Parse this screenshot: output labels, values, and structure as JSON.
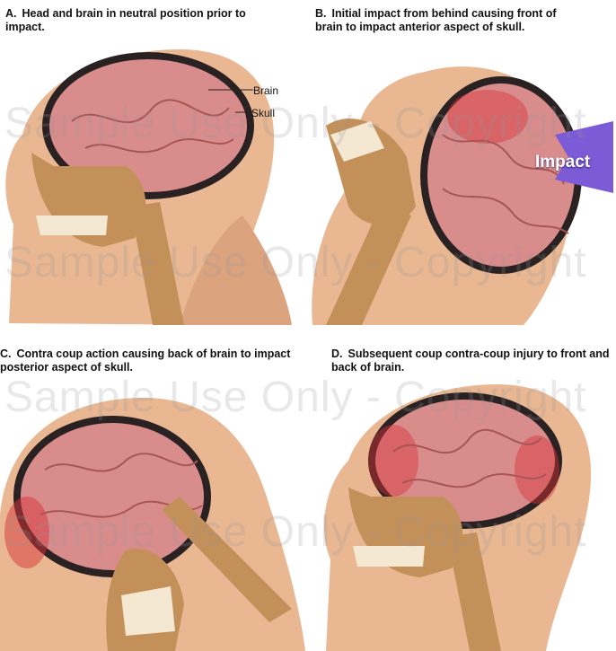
{
  "panels": [
    {
      "letter": "A.",
      "caption": "Head and brain in neutral position prior to impact."
    },
    {
      "letter": "B.",
      "caption": "Initial impact from behind causing front of brain to impact anterior aspect of skull."
    },
    {
      "letter": "C.",
      "caption": "Contra coup action causing back of brain to impact posterior aspect of skull."
    },
    {
      "letter": "D.",
      "caption": "Subsequent coup contra-coup injury to front and back of brain."
    }
  ],
  "labels": {
    "brain": "Brain",
    "skull": "Skull",
    "impact": "Impact"
  },
  "watermark": "Sample Use Only - Copyright",
  "colors": {
    "skin": "#e9b893",
    "bone": "#c4905a",
    "brain": "#d98c8c",
    "injury": "#d8333a",
    "arrow": "#7b5bd6"
  }
}
